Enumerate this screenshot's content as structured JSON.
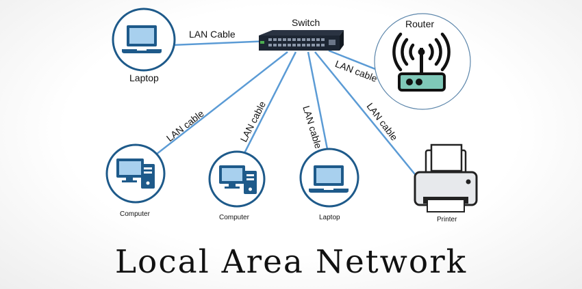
{
  "title": "Local Area Network",
  "colors": {
    "cable": "#5b9bd5",
    "ring": "#1e5a8a",
    "accent": "#2e78b0",
    "router_light": "#7fc8b8"
  },
  "nodes": {
    "switch": {
      "label": "Switch",
      "icon": "switch-icon"
    },
    "router": {
      "label": "Router",
      "icon": "router-icon"
    },
    "laptop_top": {
      "label": "Laptop",
      "icon": "laptop-icon"
    },
    "computer_left": {
      "label": "Computer",
      "icon": "computer-icon"
    },
    "computer_mid": {
      "label": "Computer",
      "icon": "computer-icon"
    },
    "laptop_bottom": {
      "label": "Laptop",
      "icon": "laptop-icon"
    },
    "printer": {
      "label": "Printer",
      "icon": "printer-icon"
    }
  },
  "cables": {
    "laptop_top": "LAN Cable",
    "router": "LAN cable",
    "computer_left": "LAN cable",
    "computer_mid": "LAN cable",
    "laptop_bottom": "LAN cable",
    "printer": "LAN cable"
  }
}
